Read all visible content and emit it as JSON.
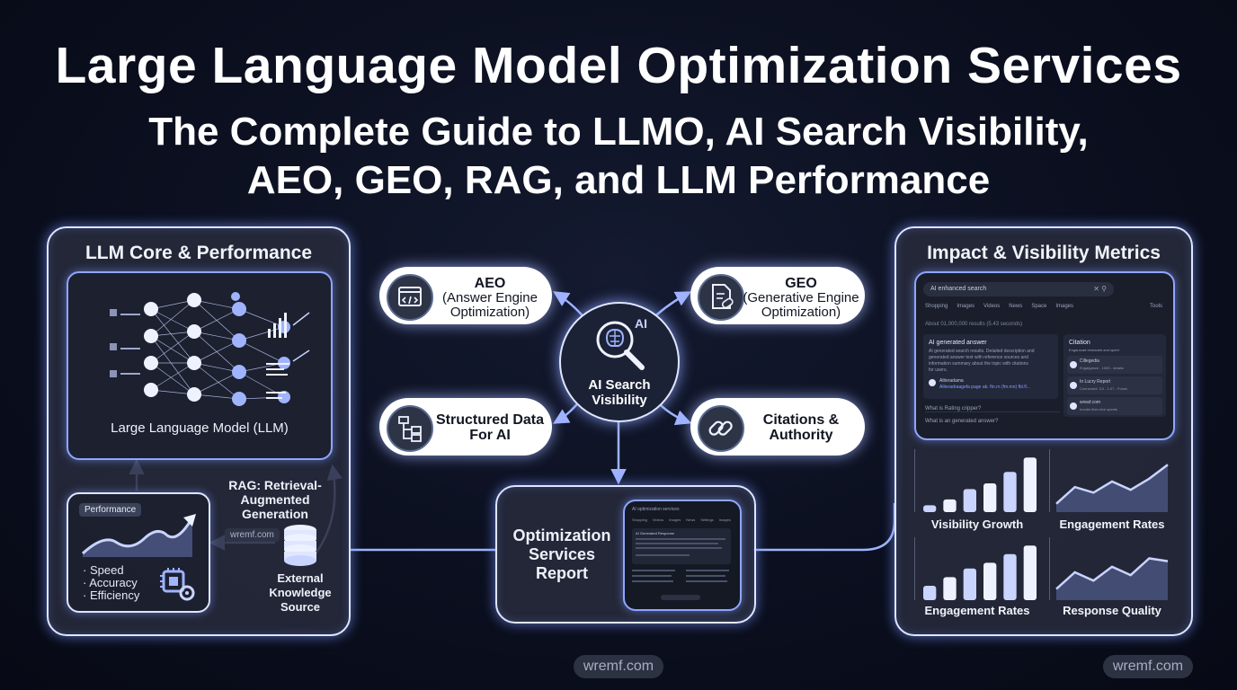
{
  "header": {
    "title": "Large Language Model Optimization Services",
    "subtitle_line1": "The Complete Guide to LLMO, AI Search Visibility,",
    "subtitle_line2": "AEO, GEO, RAG, and LLM Performance"
  },
  "left_panel": {
    "title": "LLM Core & Performance",
    "llm_label": "Large Language Model (LLM)",
    "performance_tag": "Performance",
    "bullets": [
      "Speed",
      "Accuracy",
      "Efficiency"
    ],
    "rag_label_1": "RAG: Retrieval-",
    "rag_label_2": "Augmented",
    "rag_label_3": "Generation",
    "source_tag": "wremf.com",
    "external_1": "External",
    "external_2": "Knowledge",
    "external_3": "Source"
  },
  "center": {
    "aeo_title": "AEO",
    "aeo_sub_1": "(Answer Engine",
    "aeo_sub_2": "Optimization)",
    "geo_title": "GEO",
    "geo_sub_1": "(Generative Engine",
    "geo_sub_2": "Optimization)",
    "structured_1": "Structured Data",
    "structured_2": "For AI",
    "citations_1": "Citations &",
    "citations_2": "Authority",
    "hub_ai": "AI",
    "hub_1": "AI Search",
    "hub_2": "Visibility",
    "report_1": "Optimization",
    "report_2": "Services",
    "report_3": "Report"
  },
  "right_panel": {
    "title": "Impact & Visibility Metrics",
    "search_text": "AI enhanced search",
    "tabs": [
      "Shopping",
      "Images",
      "Videos",
      "News",
      "Space",
      "Images"
    ],
    "tools_tab": "Tools",
    "results_count": "About 01,000,000 results (5.43 seconds)",
    "answer_title": "AI generated answer",
    "answer_lines": [
      "AI generated search results. Detailed description and",
      "generated answer text with reference sources and",
      "information summary about the topic with citations",
      "for users."
    ],
    "answer_source_name": "Aliteradama",
    "answer_source_url": "Aliteradraagefa page ab. ftn.rn (fm.mn) fbl.fl...",
    "citation_title": "Citation",
    "citation_sub": "Engaurcad reseaded and speet",
    "citations": [
      {
        "name": "Cillegedia",
        "desc": "Engalgance - 1000 - details"
      },
      {
        "name": "In Lucry Report",
        "desc": "Connected: 3.0 - 1.07 - Foxes"
      },
      {
        "name": "wreaf.com",
        "desc": "Inordis feen kive speets"
      }
    ],
    "faqs": [
      "What is Rating cripper?",
      "What is an generated answer?"
    ],
    "metrics": [
      {
        "label": "Visibility Growth",
        "kind": "bars",
        "values": [
          0.12,
          0.22,
          0.4,
          0.5,
          0.7,
          0.95
        ]
      },
      {
        "label": "Engagement Rates",
        "kind": "line",
        "values": [
          0.15,
          0.45,
          0.35,
          0.55,
          0.4,
          0.6,
          0.85
        ]
      },
      {
        "label": "Engagement Rates",
        "kind": "bars",
        "values": [
          0.25,
          0.4,
          0.55,
          0.65,
          0.8,
          0.95
        ]
      },
      {
        "label": "Response Quality",
        "kind": "line",
        "values": [
          0.2,
          0.5,
          0.35,
          0.6,
          0.45,
          0.75,
          0.7
        ]
      }
    ]
  },
  "report_screen": {
    "search_text": "AI optimization services",
    "tabs": [
      "Shopping",
      "Videos",
      "Images",
      "News",
      "Settings",
      "Images"
    ],
    "section_title": "AI Generated Response"
  },
  "watermarks": [
    "wremf.com",
    "wremf.com"
  ],
  "colors": {
    "accent": "#8ea6ff",
    "panel_border": "#dfe6ff",
    "background": "#0b0f1f"
  }
}
